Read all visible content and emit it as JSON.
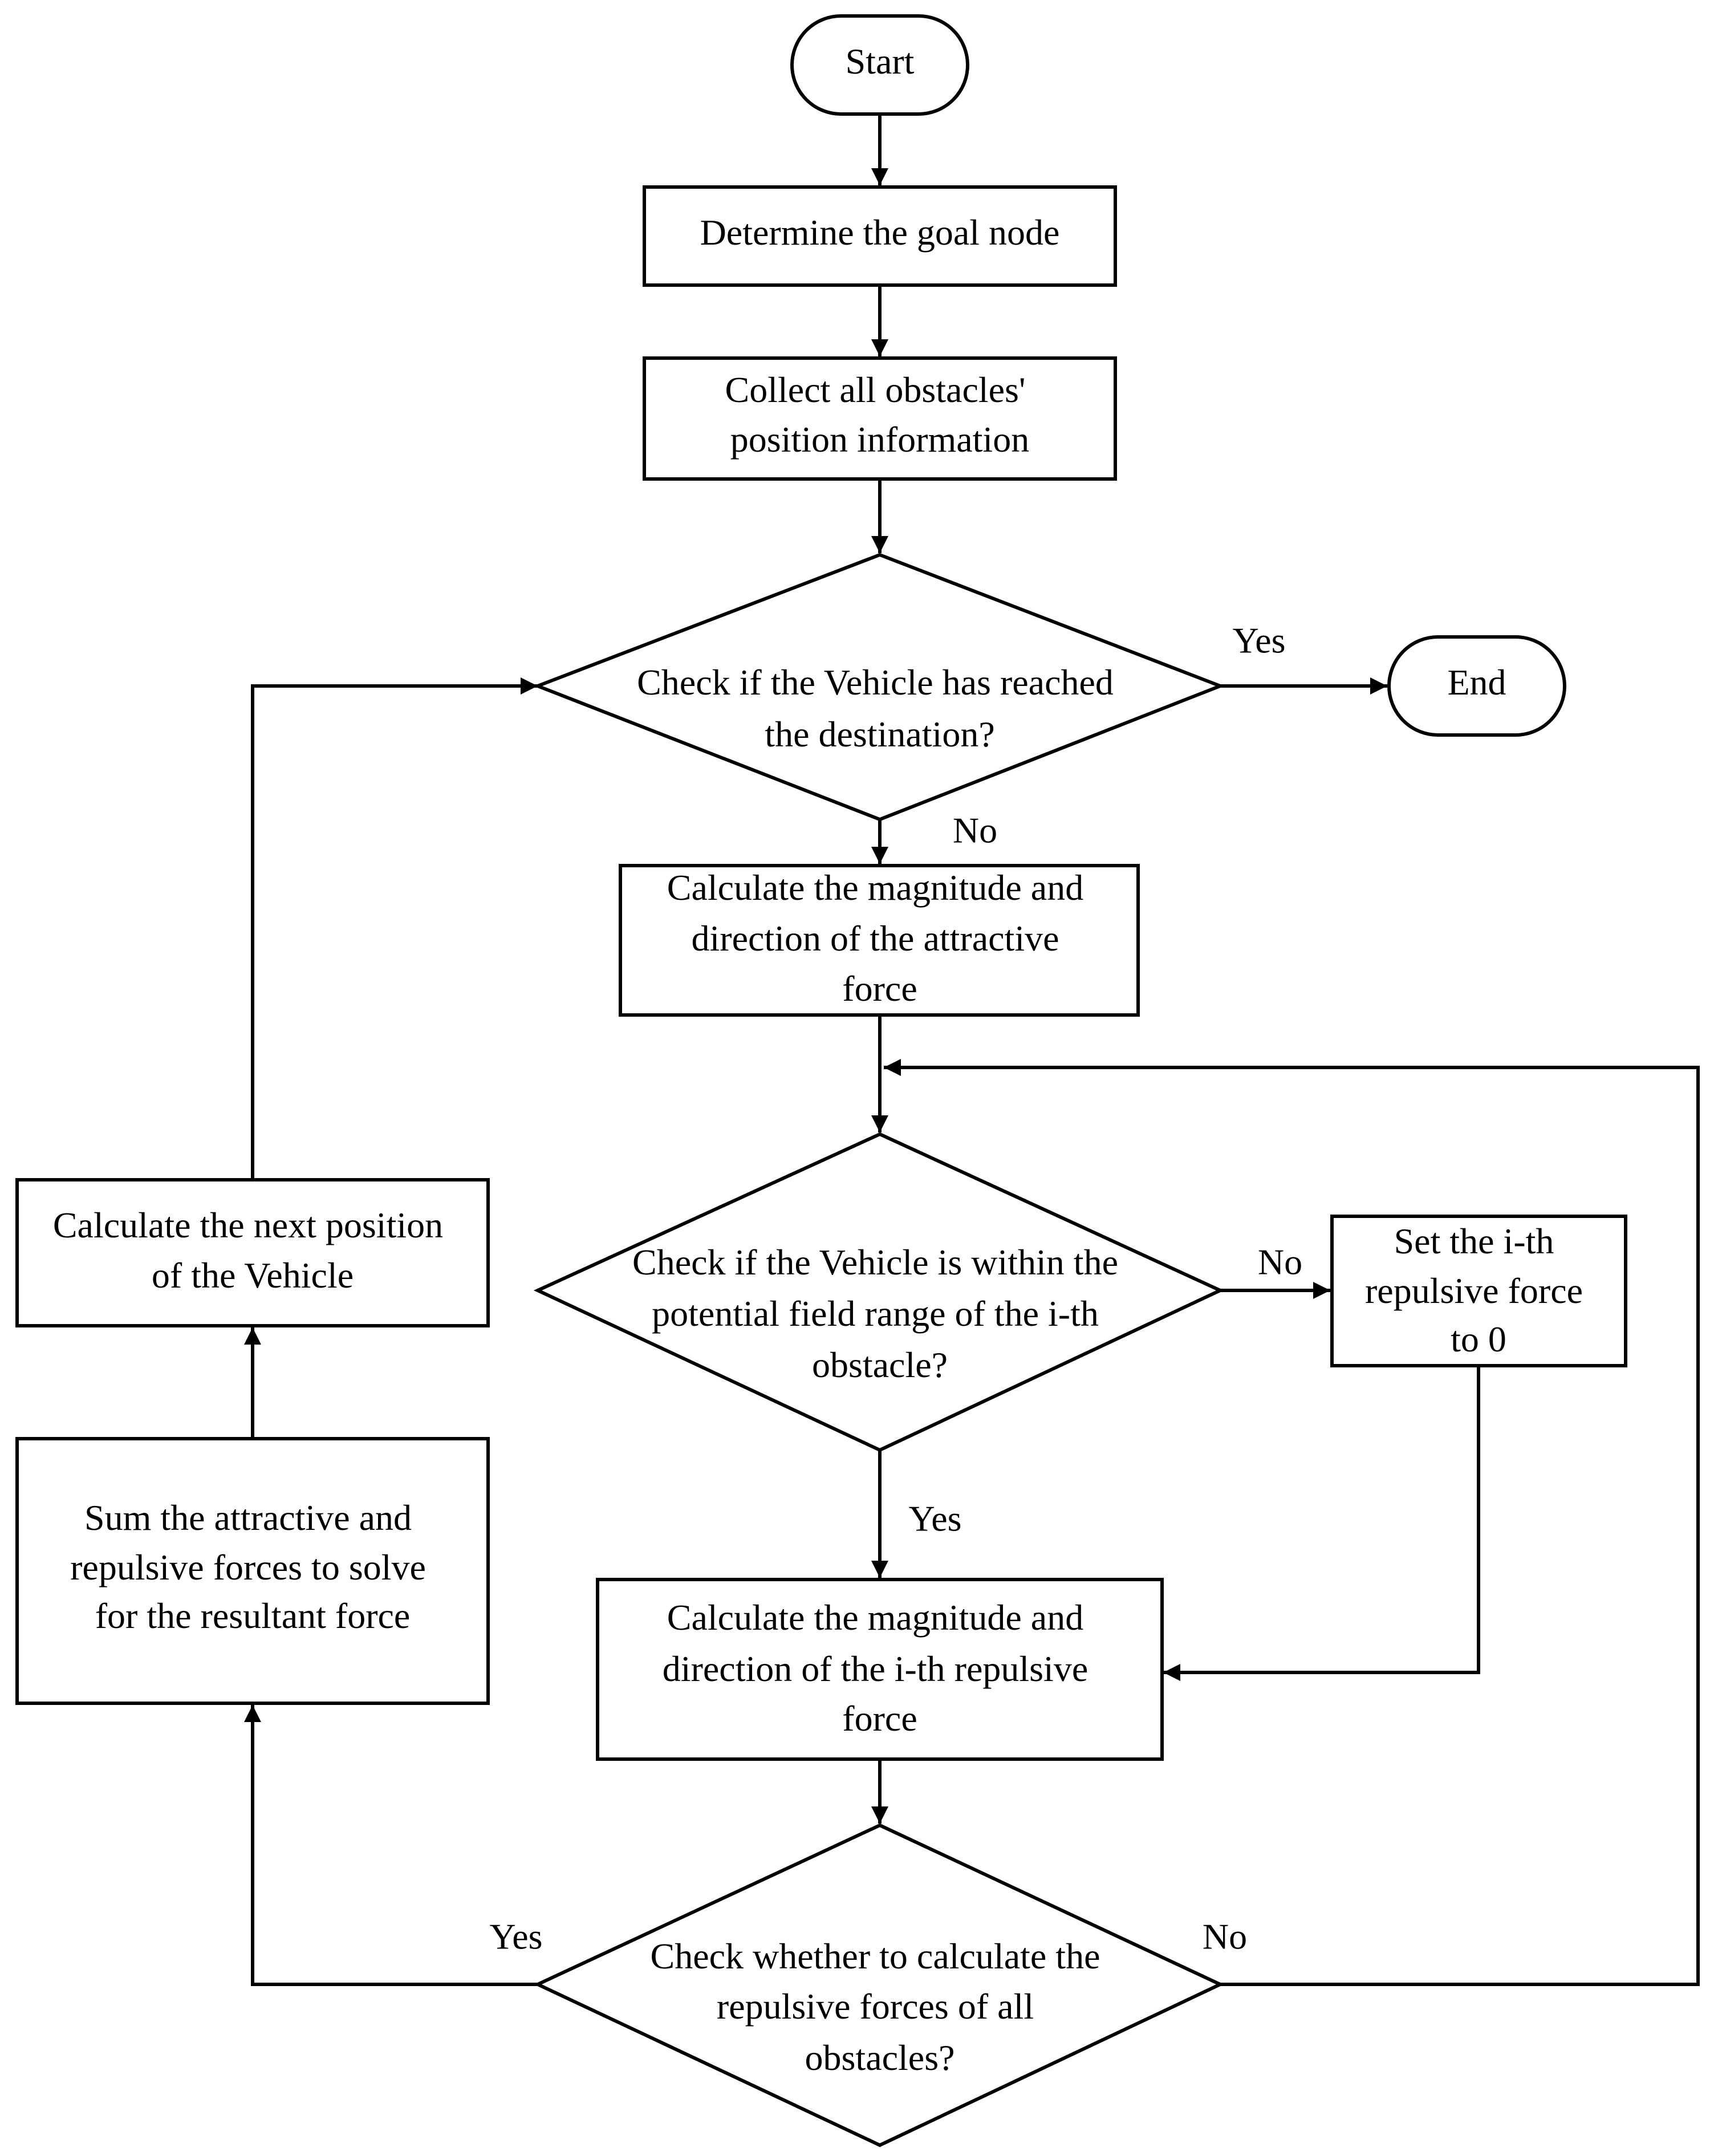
{
  "nodes": {
    "start": {
      "lines": [
        "Start"
      ]
    },
    "determine_goal": {
      "lines": [
        "Determine the goal node"
      ]
    },
    "collect_obstacles": {
      "lines": [
        "Collect all obstacles'",
        "position information"
      ]
    },
    "check_destination": {
      "lines": [
        "Check if the Vehicle has reached",
        "the destination?"
      ]
    },
    "end": {
      "lines": [
        "End"
      ]
    },
    "calc_attractive": {
      "lines": [
        "Calculate the magnitude and",
        "direction of the attractive",
        "force"
      ]
    },
    "check_field_range": {
      "lines": [
        "Check if the Vehicle is within the",
        "potential field range of the i-th",
        "obstacle?"
      ]
    },
    "set_repulsive_zero": {
      "lines": [
        "Set the i-th",
        "repulsive force",
        "to 0"
      ]
    },
    "calc_repulsive": {
      "lines": [
        "Calculate the magnitude and",
        "direction of the i-th repulsive",
        "force"
      ]
    },
    "check_all_obstacles": {
      "lines": [
        "Check whether to calculate the",
        "repulsive forces of all",
        "obstacles?"
      ]
    },
    "sum_forces": {
      "lines": [
        "Sum the attractive and",
        "repulsive forces to solve",
        "for the resultant force"
      ]
    },
    "calc_next_position": {
      "lines": [
        "Calculate the next position",
        "of the Vehicle"
      ]
    }
  },
  "edge_labels": {
    "destination_yes": "Yes",
    "destination_no": "No",
    "field_range_no": "No",
    "field_range_yes": "Yes",
    "all_obstacles_yes": "Yes",
    "all_obstacles_no": "No"
  }
}
